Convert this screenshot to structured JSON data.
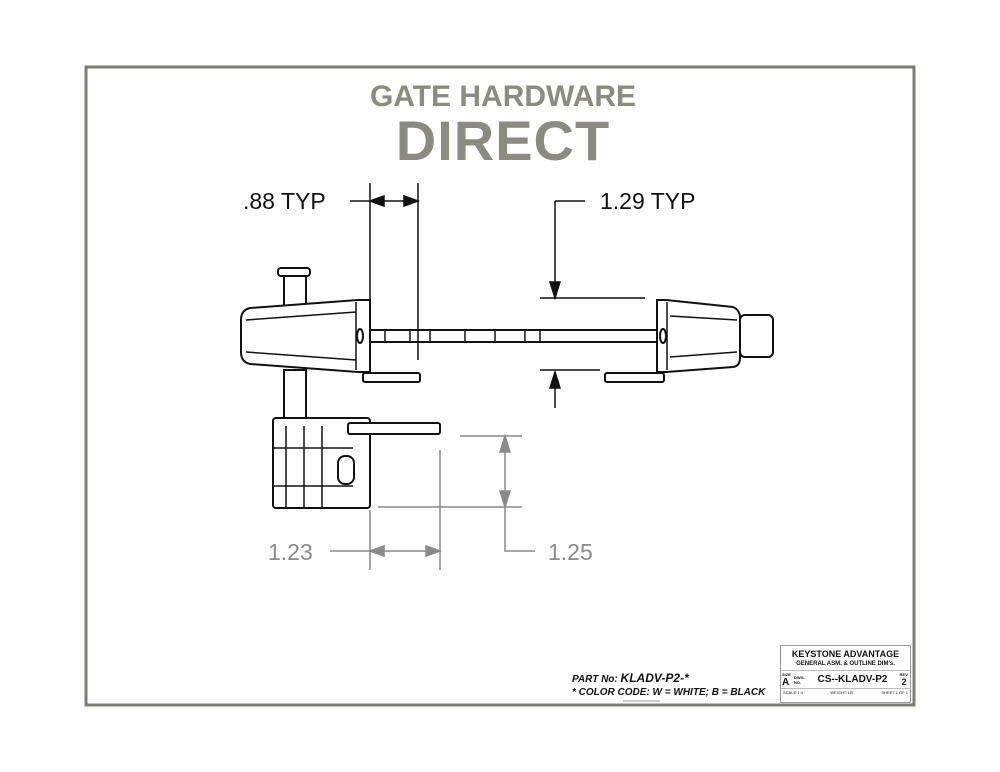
{
  "brand": {
    "line1": "GATE HARDWARE",
    "line2": "DIRECT"
  },
  "dimensions": {
    "top_left": ".88 TYP",
    "top_right": "1.29 TYP",
    "bottom_left": "1.23",
    "bottom_right": "1.25"
  },
  "part": {
    "label": "PART No:",
    "number": "KLADV-P2-*",
    "color_code": "* COLOR CODE:  W = WHITE;  B = BLACK"
  },
  "title_block": {
    "company": "KEYSTONE ADVANTAGE",
    "description": "GENERAL ASM. & OUTLINE DIM's.",
    "size_label": "SIZE",
    "size": "A",
    "dwg_label": "DWG. NO.",
    "dwg_no": "CS--KLADV-P2",
    "rev_label": "REV.",
    "rev": "2",
    "scale": "SCALE:1:4",
    "weight": "WEIGHT:  LB.",
    "sheet": "SHEET 1 OF 1"
  },
  "colors": {
    "frame": "#7d7d72",
    "brand": "#8b8b80",
    "dim_gray": "#8a8a8a"
  }
}
